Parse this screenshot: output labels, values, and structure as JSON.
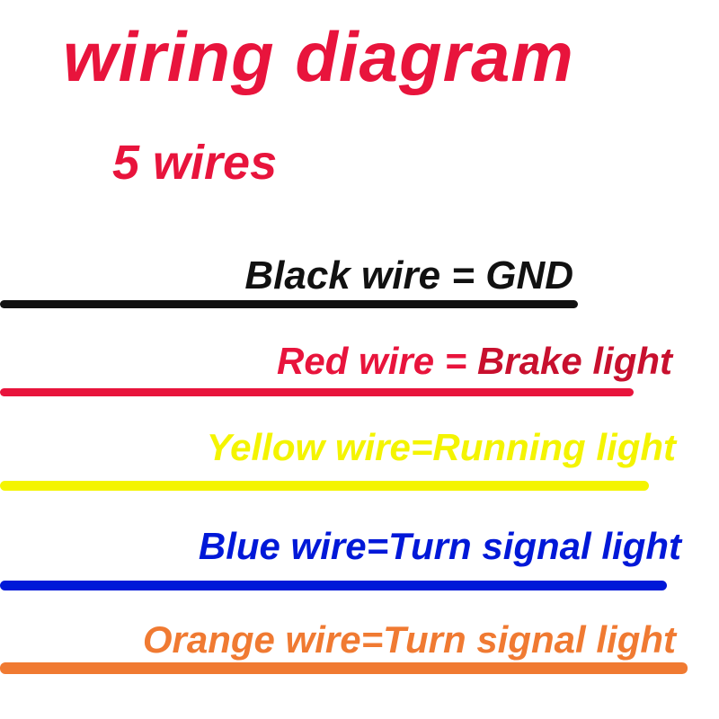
{
  "title": "wiring diagram",
  "subtitle": "5 wires",
  "colors": {
    "title": "#e8143c",
    "black": "#111111",
    "red": "#e8143c",
    "red_accent": "#c8102e",
    "yellow": "#f4f400",
    "blue": "#0018d8",
    "orange": "#f07a32"
  },
  "wires": {
    "black": {
      "label": "Black wire = GND"
    },
    "red": {
      "label_prefix": "Red wire = ",
      "label_suffix": "Brake light"
    },
    "yellow": {
      "label": "Yellow wire=Running light"
    },
    "blue": {
      "label": "Blue wire=Turn signal light"
    },
    "orange": {
      "label": "Orange wire=Turn signal light"
    }
  }
}
